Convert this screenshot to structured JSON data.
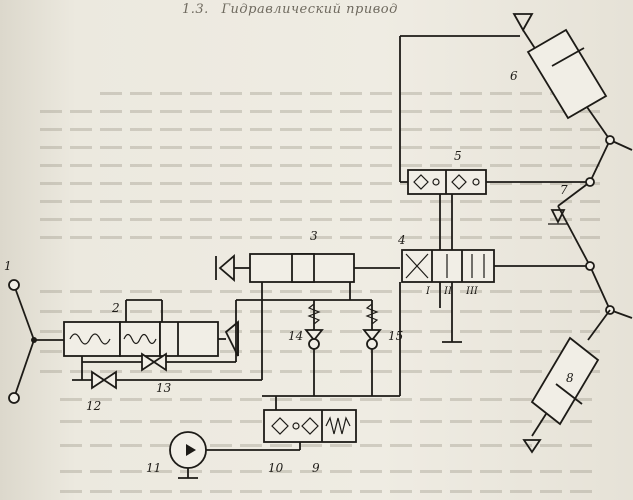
{
  "page": {
    "heading_number": "1.3.",
    "heading_title": "Гидравлический привод"
  },
  "diagram": {
    "component_labels": {
      "c1": "1",
      "c2": "2",
      "c3": "3",
      "c4": "4",
      "c5": "5",
      "c6": "6",
      "c7": "7",
      "c8": "8",
      "c9": "9",
      "c10": "10",
      "c11": "11",
      "c12": "12",
      "c13": "13",
      "c14": "14",
      "c15": "15"
    },
    "valve_positions": {
      "p1": "I",
      "p2": "II",
      "p3": "III"
    }
  },
  "colors": {
    "ink": "#1d1b17",
    "paper": "#ece9df",
    "faded_text": "#6f6a5f"
  }
}
